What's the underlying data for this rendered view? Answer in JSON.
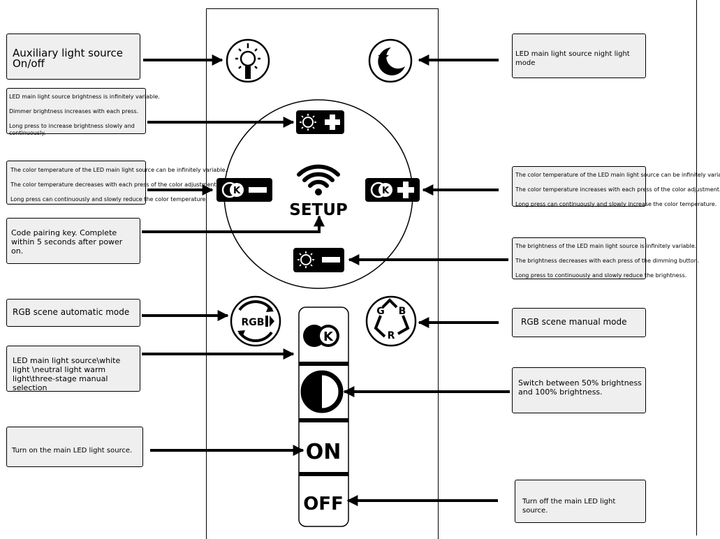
{
  "callouts": {
    "aux_light": "Auxiliary light source On/off",
    "night_light": "LED main light source night light mode",
    "brightness_up": [
      "LED main light source brightness is infinitely variable.",
      "Dimmer brightness increases with each press.",
      "Long press to increase brightness slowly and continuously."
    ],
    "color_temp_down": [
      "The color temperature of the LED main light source can be infinitely variable.",
      "The color temperature decreases with each press of the color adjustment.",
      "Long press can continuously and slowly reduce the color temperature."
    ],
    "color_temp_up": [
      "The color temperature of the LED main light source can be infinitely variable.",
      "The color temperature increases with each press of the color adjustment.",
      "Long press can continuously and slowly increase the color temperature."
    ],
    "code_pairing": "Code pairing key. Complete within 5 seconds after power on.",
    "brightness_down": [
      "The brightness of the LED main light source is infinitely variable.",
      "The brightness decreases with each press of the dimming button.",
      "Long press to continuously and slowly reduce the brightness."
    ],
    "rgb_auto": "RGB scene automatic mode",
    "rgb_manual": "RGB scene manual mode",
    "three_stage": "LED main light source\\white light \\neutral light warm light\\three-stage manual selection",
    "half_full": "Switch between 50% brightness and 100% brightness.",
    "turn_on": "Turn on the main LED light source.",
    "turn_off": "Turn off the main LED light source."
  },
  "buttons": {
    "setup_label": "SETUP",
    "rgb_label": "RGB",
    "k_label": "K",
    "on_label": "ON",
    "off_label": "OFF",
    "g_label": "G",
    "b_label": "B",
    "r_label": "R"
  },
  "icons": [
    "bulb-icon",
    "moon-star-icon",
    "sun-plus-icon",
    "kelvin-minus-icon",
    "wifi-setup-icon",
    "kelvin-plus-icon",
    "sun-minus-icon",
    "rgb-auto-icon",
    "rgb-cycle-icon",
    "kelvin-icon",
    "half-circle-icon"
  ]
}
